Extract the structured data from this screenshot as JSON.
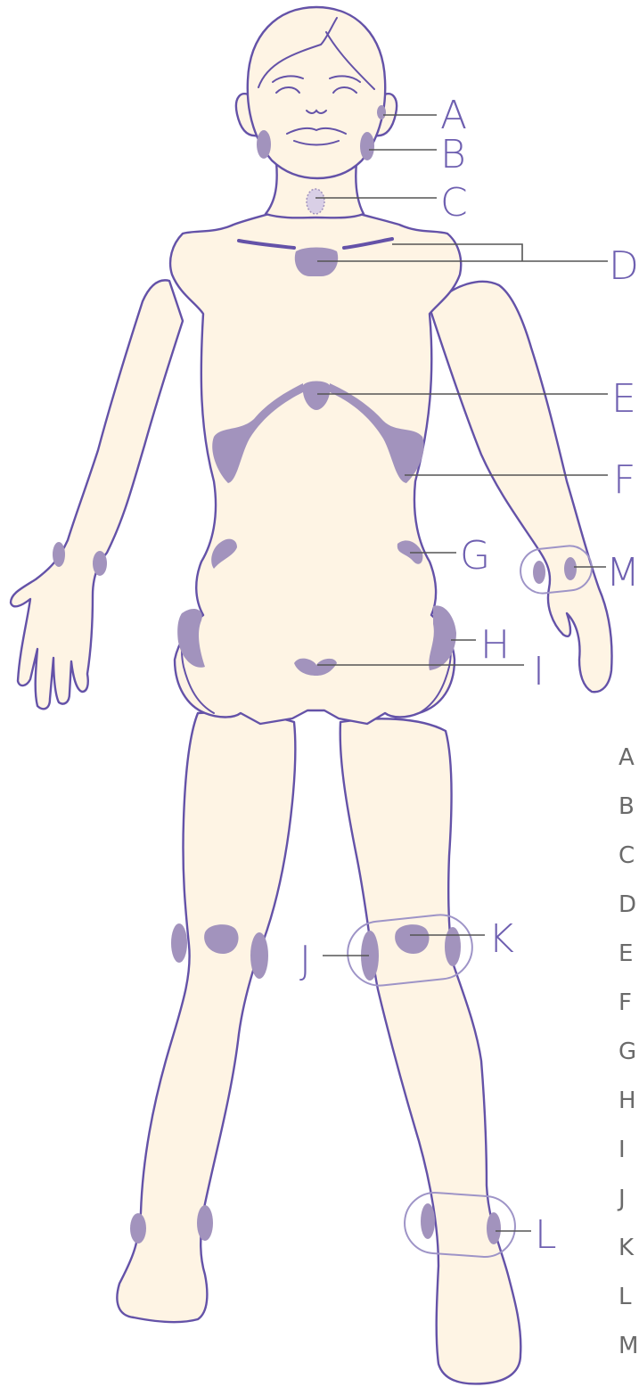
{
  "colors": {
    "skin": "#fef4e4",
    "outline": "#6452a8",
    "spot": "#a293bd",
    "label": "#6e5fb0",
    "legend": "#6a6a6a"
  },
  "callouts": {
    "A": "A",
    "B": "B",
    "C": "C",
    "D": "D",
    "E": "E",
    "F": "F",
    "G": "G",
    "H": "H",
    "I": "I",
    "J": "J",
    "K": "K",
    "L": "L",
    "M": "M"
  },
  "legend": [
    "A",
    "B",
    "C",
    "D",
    "E",
    "F",
    "G",
    "H",
    "I",
    "J",
    "K",
    "L",
    "M"
  ]
}
